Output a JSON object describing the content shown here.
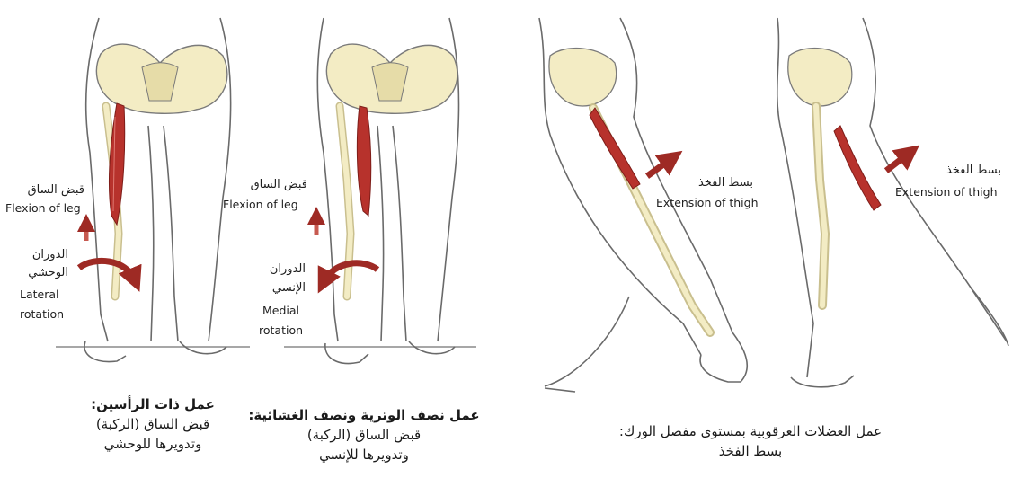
{
  "panels": [
    {
      "id": "biceps-femoris",
      "labels": {
        "flexion_ar": "قبض الساق",
        "flexion_en": "Flexion of leg",
        "rotation_ar_1": "الدوران",
        "rotation_ar_2": "الوحشي",
        "rotation_en_1": "Lateral",
        "rotation_en_2": "rotation"
      },
      "caption": [
        "عمل ذات الرأسين:",
        "قبض الساق (الركبة)",
        "وتدويرها للوحشي"
      ]
    },
    {
      "id": "semitendinosus-semimembranosus",
      "labels": {
        "flexion_ar": "قبض الساق",
        "flexion_en": "Flexion of leg",
        "rotation_ar_1": "الدوران",
        "rotation_ar_2": "الإنسي",
        "rotation_en_1": "Medial",
        "rotation_en_2": "rotation"
      },
      "caption": [
        "عمل نصف الوترية ونصف الغشائية:",
        "قبض الساق (الركبة)",
        "وتدويرها للإنسي"
      ]
    },
    {
      "id": "hamstrings-hip-left",
      "labels": {
        "extension_ar": "بسط الفخذ",
        "extension_en": "Extension of thigh"
      }
    },
    {
      "id": "hamstrings-hip-right",
      "labels": {
        "extension_ar": "بسط الفخذ",
        "extension_en": "Extension of thigh"
      }
    }
  ],
  "hip_caption": [
    "عمل العضلات العرقوبية بمستوى مفصل الورك:",
    "بسط الفخذ"
  ],
  "colors": {
    "muscle": "#b7322c",
    "arrow": "#9e2a24",
    "bone": "#f3ecc4",
    "outline": "#6a6a6a",
    "ground": "#8a8a8a"
  }
}
